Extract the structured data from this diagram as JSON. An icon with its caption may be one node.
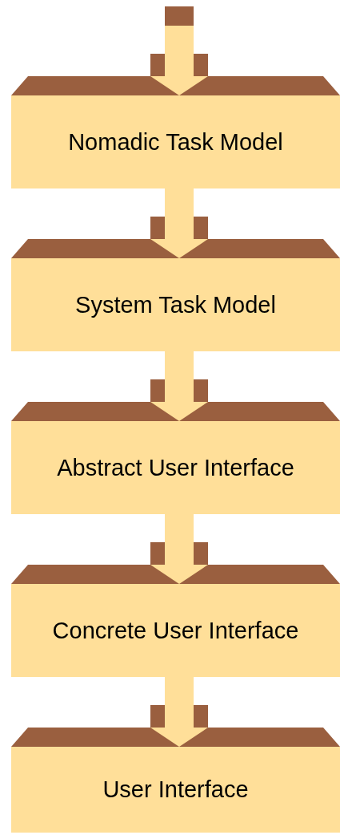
{
  "diagram": {
    "nodes": [
      {
        "text": [
          "Nomadic Task Model"
        ]
      },
      {
        "text": [
          "System Task Model"
        ]
      },
      {
        "text": [
          "Abstract User Interface"
        ]
      },
      {
        "text": [
          "Concrete User Interface"
        ]
      },
      {
        "text": [
          "User Interface"
        ]
      }
    ],
    "edges": [
      {
        "from": null,
        "to": 0,
        "arrow": "to"
      },
      {
        "from": 0,
        "to": 1,
        "arrow": "to"
      },
      {
        "from": 1,
        "to": 2,
        "arrow": "to"
      },
      {
        "from": 2,
        "to": 3,
        "arrow": "to"
      },
      {
        "from": 3,
        "to": 4,
        "arrow": "to"
      }
    ]
  }
}
